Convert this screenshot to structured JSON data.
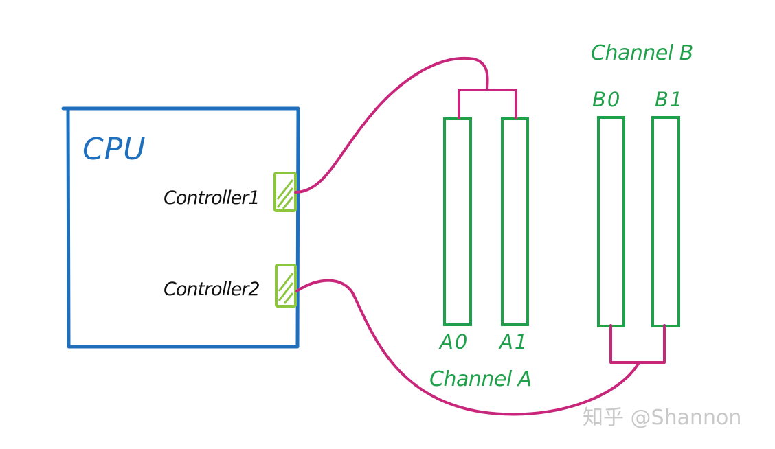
{
  "cpu": {
    "label": "CPU",
    "controllers": [
      {
        "label": "Controller1"
      },
      {
        "label": "Controller2"
      }
    ]
  },
  "channels": [
    {
      "label": "Channel A",
      "slots": [
        "A0",
        "A1"
      ]
    },
    {
      "label": "Channel B",
      "slots": [
        "B0",
        "B1"
      ]
    }
  ],
  "watermark": "知乎 @Shannon",
  "colors": {
    "cpu_border": "#1f6fbf",
    "slot": "#1ea14a",
    "controller_port": "#8cc63f",
    "wire": "#c8267a",
    "text": "#111111",
    "watermark": "#c9c9c9"
  }
}
